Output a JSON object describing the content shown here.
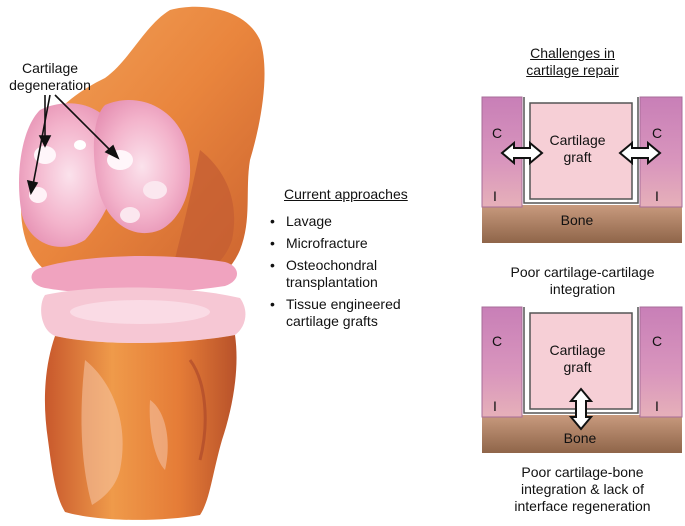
{
  "knee": {
    "label_line1": "Cartilage",
    "label_line2": "degeneration"
  },
  "approaches": {
    "title": "Current approaches",
    "items": [
      "Lavage",
      "Microfracture",
      "Osteochondral transplantation",
      "Tissue engineered cartilage grafts"
    ]
  },
  "challenges": {
    "title_line1": "Challenges in",
    "title_line2": "cartilage repair",
    "c_label": "C",
    "i_label": "I",
    "graft_line1": "Cartilage",
    "graft_line2": "graft",
    "bone_label": "Bone",
    "caption1_line1": "Poor cartilage-cartilage",
    "caption1_line2": "integration",
    "caption2_line1": "Poor cartilage-bone",
    "caption2_line2": "integration & lack of",
    "caption2_line3": "interface regeneration"
  },
  "colors": {
    "bone_orange": "#e98a3c",
    "cartilage_pink": "#f3b7c8",
    "graft_pink": "#f6cfd6",
    "tissue_purple": "#c67fb0",
    "bone_brown": "#a87a5c"
  }
}
